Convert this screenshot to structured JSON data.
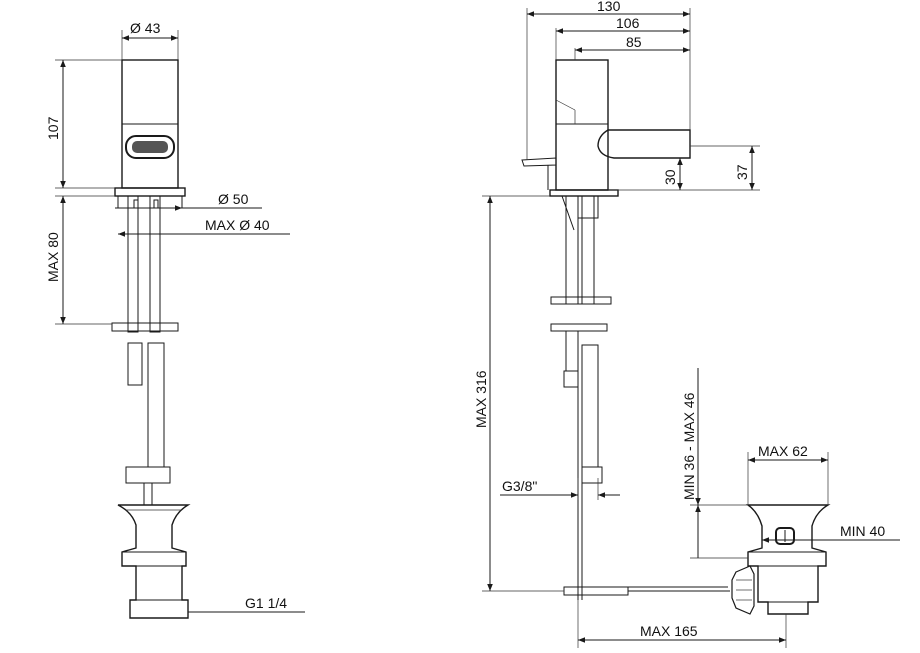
{
  "front_view": {
    "dim_top_diameter": "Ø 43",
    "dim_body_height": "107",
    "dim_base_diameter": "Ø 50",
    "dim_hole_diameter": "MAX Ø 40",
    "dim_deck_thickness": "MAX 80",
    "dim_waste_thread": "G1 1/4"
  },
  "side_view": {
    "dim_total_length": "130",
    "dim_spout_length": "106",
    "dim_body_length": "85",
    "dim_outlet_height": "30",
    "dim_spout_height": "37",
    "dim_max_depth": "MAX 316",
    "dim_connection": "G3/8\"",
    "dim_waste_range": "MIN 36 - MAX 46",
    "dim_waste_top": "MAX 62",
    "dim_waste_min": "MIN 40",
    "dim_rod_reach": "MAX 165"
  }
}
